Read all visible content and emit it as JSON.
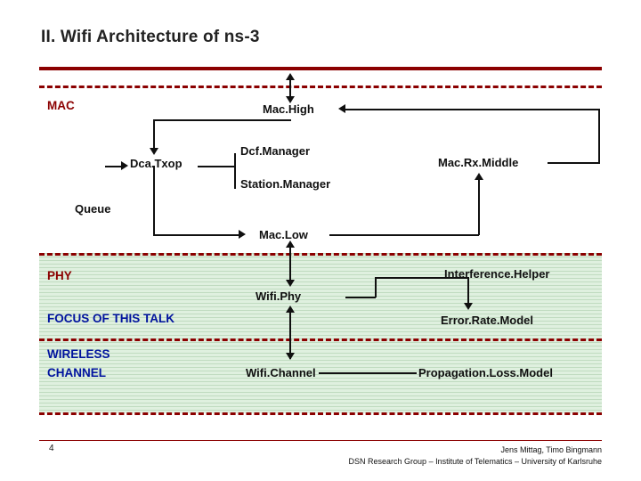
{
  "slide": {
    "title": "II. Wifi Architecture of ns-3",
    "page_number": "4",
    "footer": {
      "authors": "Jens Mittag, Timo Bingmann",
      "affiliation": "DSN Research Group – Institute of Telematics – University of Karlsruhe"
    },
    "colors": {
      "accent_rule": "#8b0000",
      "layer_label_red": "#8b0000",
      "highlight_blue": "#00139e",
      "band_fill": "#dff0df",
      "connector": "#101010"
    }
  },
  "layers": [
    {
      "id": "mac",
      "label": "MAC"
    },
    {
      "id": "phy",
      "label": "PHY"
    },
    {
      "id": "focus",
      "label": "FOCUS OF THIS TALK"
    },
    {
      "id": "wireless-channel",
      "label": "WIRELESS\nCHANNEL"
    },
    {
      "id": "wireless-channel-line1",
      "label": "WIRELESS"
    },
    {
      "id": "wireless-channel-line2",
      "label": "CHANNEL"
    }
  ],
  "nodes": [
    {
      "id": "mac-high",
      "label": "Mac.High"
    },
    {
      "id": "dca-txop",
      "label": "Dca.Txop"
    },
    {
      "id": "dcf-manager",
      "label": "Dcf.Manager"
    },
    {
      "id": "station-manager",
      "label": "Station.Manager"
    },
    {
      "id": "mac-rx-middle",
      "label": "Mac.Rx.Middle"
    },
    {
      "id": "queue",
      "label": "Queue"
    },
    {
      "id": "mac-low",
      "label": "Mac.Low"
    },
    {
      "id": "wifi-phy",
      "label": "Wifi.Phy"
    },
    {
      "id": "interference-helper",
      "label": "Interference.Helper"
    },
    {
      "id": "error-rate-model",
      "label": "Error.Rate.Model"
    },
    {
      "id": "wifi-channel",
      "label": "Wifi.Channel"
    },
    {
      "id": "propagation-loss-model",
      "label": "Propagation.Loss.Model"
    }
  ]
}
